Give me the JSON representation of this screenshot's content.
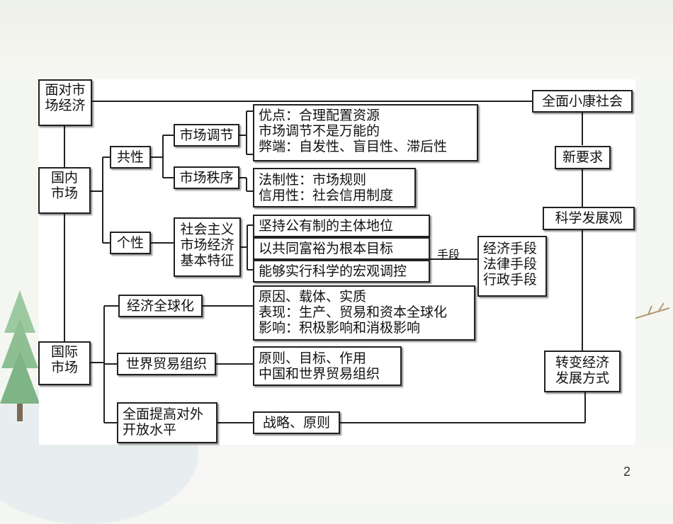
{
  "slide": {
    "page_number": "2",
    "nodes": {
      "market_economy": [
        "面对市",
        "场经济"
      ],
      "domestic_market": [
        "国内",
        "市场"
      ],
      "international_market": [
        "国际",
        "市场"
      ],
      "commonality": "共性",
      "individuality": "个性",
      "market_regulation": "市场调节",
      "market_order": "市场秩序",
      "regulation_details": [
        "优点：合理配置资源",
        "市场调节不是万能的",
        "弊端：自发性、盲目性、滞后性"
      ],
      "order_details": [
        "法制性：市场规则",
        "信用性：社会信用制度"
      ],
      "socialist_features": [
        "社会主义",
        "市场经济",
        "基本特征"
      ],
      "feature_1": "坚持公有制的主体地位",
      "feature_2": "以共同富裕为根本目标",
      "feature_3": "能够实行科学的宏观调控",
      "means_label": "手段",
      "means": [
        "经济手段",
        "法律手段",
        "行政手段"
      ],
      "globalization": "经济全球化",
      "globalization_details": [
        "原因、载体、实质",
        "表现：生产、贸易和资本全球化",
        "影响：积极影响和消极影响"
      ],
      "wto": "世界贸易组织",
      "wto_details": [
        "原则、目标、作用",
        "中国和世界贸易组织"
      ],
      "opening_up": [
        "全面提高对外",
        "开放水平"
      ],
      "strategy": "战略、原则",
      "xiaokang": "全面小康社会",
      "new_requirements": "新要求",
      "scientific_outlook": "科学发展观",
      "transform_development": [
        "转变经济",
        "发展方式"
      ]
    }
  }
}
